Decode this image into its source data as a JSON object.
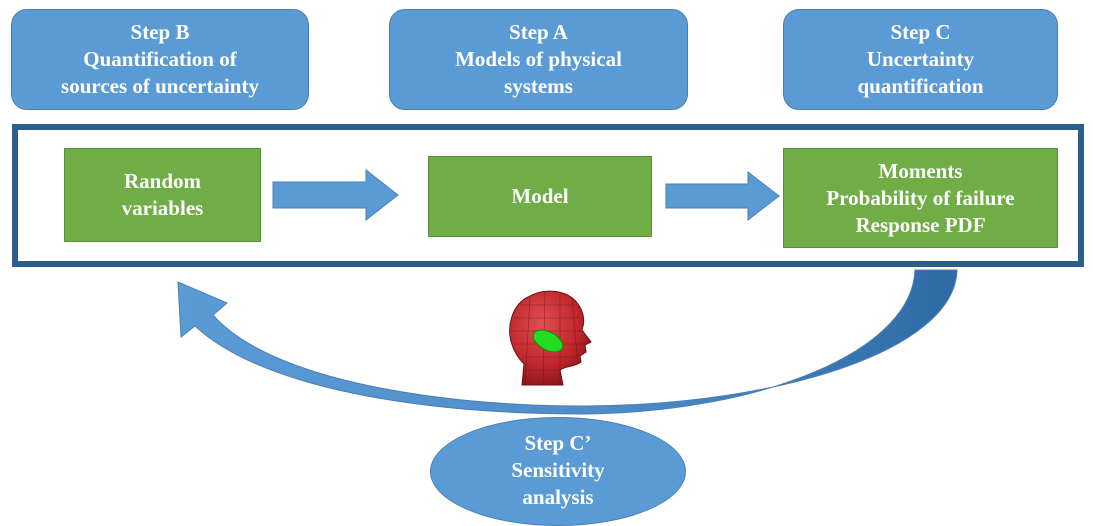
{
  "steps": {
    "b": {
      "title": "Step B",
      "lines": [
        "Quantification of",
        "sources of uncertainty"
      ]
    },
    "a": {
      "title": "Step A",
      "lines": [
        "Models of physical",
        "systems"
      ]
    },
    "c": {
      "title": "Step C",
      "lines": [
        "Uncertainty",
        "quantification"
      ]
    }
  },
  "chain": {
    "inputs": [
      "Random",
      "variables"
    ],
    "model": "Model",
    "outputs": [
      "Moments",
      "Probability of failure",
      "Response PDF"
    ]
  },
  "feedback": {
    "title": "Step C’",
    "lines": [
      "Sensitivity",
      "analysis"
    ]
  },
  "illustration": {
    "icon": "head-model-icon"
  },
  "colors": {
    "step_fill": "#5b9bd5",
    "box_fill": "#70ad47",
    "frame": "#2e5f8a",
    "head": "#c0262b",
    "antenna": "#22dd22"
  }
}
